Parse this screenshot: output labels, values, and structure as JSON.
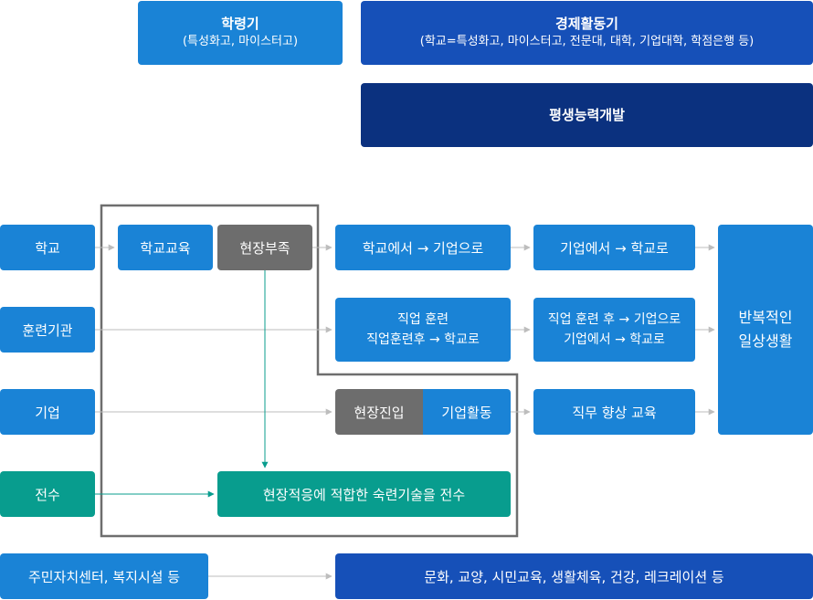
{
  "header": {
    "school_period": {
      "title": "학령기",
      "sub": "(특성화고, 마이스터고)"
    },
    "economic_period": {
      "title": "경제활동기",
      "sub": "(학교=특성화고, 마이스터고, 전문대, 대학, 기업대학, 학점은행 등)"
    },
    "lifelong": "평생능력개발"
  },
  "rows": {
    "school": "학교",
    "training": "훈련기관",
    "company": "기업",
    "transfer": "전수",
    "community": "주민자치센터, 복지시설 등"
  },
  "boxes": {
    "school_edu": "학교교육",
    "field_lack": "현장부족",
    "school_to_company": "학교에서 → 기업으로",
    "company_to_school": "기업에서 → 학교로",
    "vocational_1": "직업 훈련",
    "vocational_2": "직업훈련후 → 학교로",
    "after_training_1": "직업 훈련 후 → 기업으로",
    "after_training_2": "기업에서 → 학교로",
    "field_entry": "현장진입",
    "company_activity": "기업활동",
    "job_upgrade": "직무 향상 교육",
    "skill_transfer": "현장적응에 적합한 숙련기술을 전수",
    "repeat_1": "반복적인",
    "repeat_2": "일상생활",
    "culture": "문화, 교양, 시민교육, 생활체육, 건강, 레크레이션 등"
  },
  "colors": {
    "blue": "#1a83d6",
    "dark_blue": "#1650b8",
    "navy": "#0b317f",
    "gray": "#6d6d6d",
    "teal": "#089d8e",
    "connector": "#bdbdbd",
    "outline": "#6e6e6e"
  }
}
